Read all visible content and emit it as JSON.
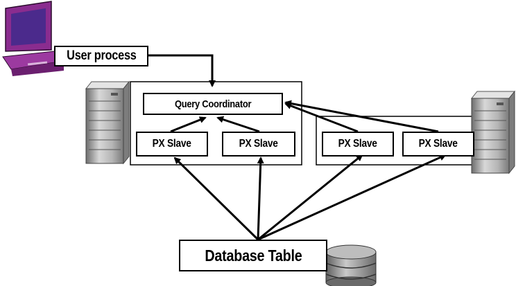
{
  "diagram": {
    "user_process_label": "User process",
    "query_coordinator_label": "Query Coordinator",
    "px_slaves": [
      "PX Slave",
      "PX Slave",
      "PX Slave",
      "PX Slave"
    ],
    "database_table_label": "Database Table"
  },
  "colors": {
    "monitor_purple": "#8a2c8f",
    "monitor_screen": "#4b2a8c",
    "server_gray": "#a9a9a9",
    "cylinder_gray": "#8f8f8f",
    "line": "#000000"
  }
}
